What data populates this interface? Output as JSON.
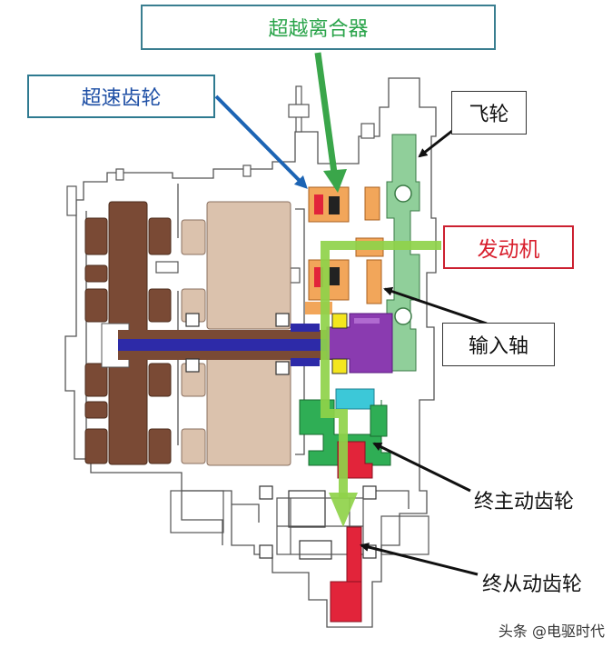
{
  "labels": {
    "overrunning_clutch": "超越离合器",
    "overdrive_gear": "超速齿轮",
    "flywheel": "飞轮",
    "engine": "发动机",
    "input_shaft": "输入轴",
    "final_drive_gear": "终主动齿轮",
    "final_driven_gear": "终从动齿轮"
  },
  "watermark": "头条 @电驱时代",
  "colors": {
    "overrunning_clutch_text": "#2aa44a",
    "overdrive_gear_text": "#1e4fa5",
    "engine_text": "#d81e2c",
    "power_flow_arrow": "#8fd34a",
    "clutch_arrow": "#3aa64a",
    "gear_arrow": "#1c64b4",
    "motor_brown": "#7a4a35",
    "motor_tan": "#dbc2ad",
    "flywheel_green": "#90cf9a",
    "input_shaft_purple": "#8a3bb0",
    "hub_green": "#2fae55",
    "final_gear_red": "#e2243a",
    "clutch_orange": "#f2a65a",
    "cyan": "#3cc8d8",
    "yellow": "#f4e61e"
  }
}
